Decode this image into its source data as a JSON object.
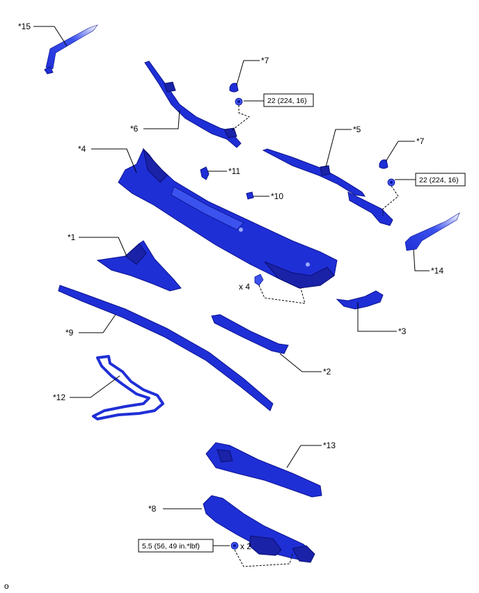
{
  "callouts": {
    "c15": "*15",
    "c7a": "*7",
    "c7b": "*7",
    "c6": "*6",
    "c5": "*5",
    "c4": "*4",
    "c11": "*11",
    "c10": "*10",
    "c14": "*14",
    "c1": "*1",
    "c3": "*3",
    "c9": "*9",
    "c2": "*2",
    "c12": "*12",
    "c13": "*13",
    "c8": "*8"
  },
  "torques": {
    "t1": "22 (224, 16)",
    "t2": "22 (224, 16)",
    "t3": "5.5 (56, 49 in.*lbf)"
  },
  "quantities": {
    "q4": "x 4",
    "q2": "x 2"
  },
  "footer": {
    "mark": "o"
  },
  "colors": {
    "part_blue": "#1f2fd6",
    "line": "#000000"
  }
}
